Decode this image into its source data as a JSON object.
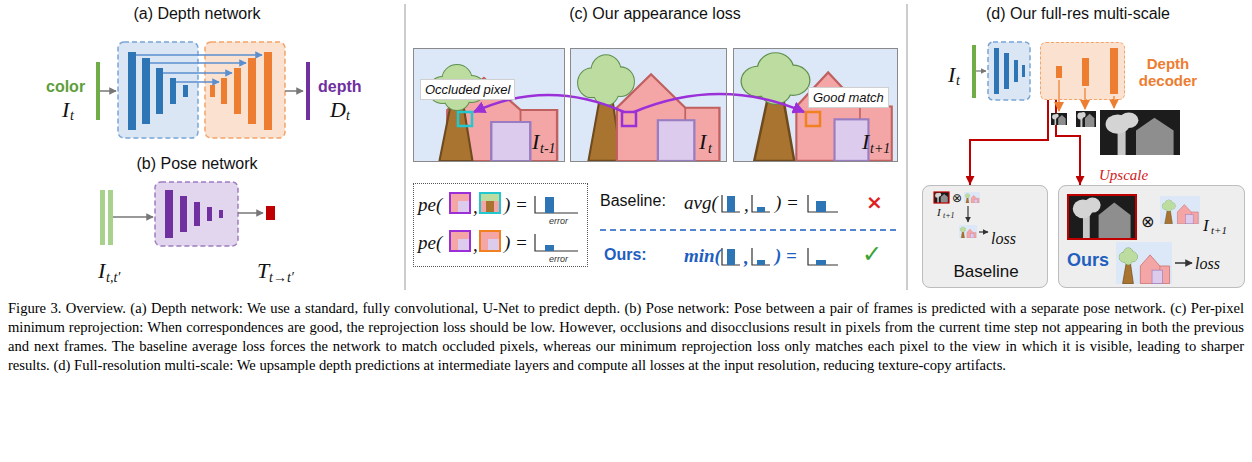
{
  "diagram": {
    "caption": "Figure 3. Overview. (a) Depth network: We use a standard, fully convolutional, U-Net to predict depth. (b) Pose network: Pose between a pair of frames is predicted with a separate pose network. (c) Per-pixel minimum reprojection: When correspondences are good, the reprojection loss should be low. However, occlusions and disocclusions result in pixels from the current time step not appearing in both the previous and next frames. The baseline average loss forces the network to match occluded pixels, whereas our minimum reprojection loss only matches each pixel to the view in which it is visible, leading to sharper results. (d) Full-resolution multi-scale: We upsample depth predictions at intermediate layers and compute all losses at the input resolution, reducing texture-copy artifacts.",
    "nodes": [
      {
        "text": [
          "I",
          "t-1"
        ]
      },
      {
        "text": [
          "Occluded pixel"
        ],
        "in": 0
      },
      {
        "text": [
          "I",
          "t"
        ]
      },
      {
        "text": [
          "I",
          "t+1"
        ]
      },
      {
        "text": [
          "Good match"
        ],
        "in": 3
      },
      {
        "text": [
          "pe(",
          ",",
          ") =",
          "error",
          "pe(",
          ",",
          ") =",
          "error"
        ]
      },
      {
        "text": [
          "Depth decoder"
        ]
      },
      {
        "text": [
          "I",
          "t+1",
          "⊗",
          "loss",
          "Baseline"
        ]
      },
      {
        "text": [
          "Upscale",
          "⊗",
          "I",
          "t+1",
          "loss",
          "Ours"
        ]
      }
    ],
    "edges": [
      {
        "from": 6,
        "to": 7,
        "arrow": "to"
      },
      {
        "from": 6,
        "to": 8,
        "arrow": "to"
      }
    ],
    "labels": [
      "(a) Depth network",
      "color",
      "I",
      "t",
      "depth",
      "D",
      "t",
      "(b) Pose network",
      "I",
      "t,t′",
      "T",
      "t→t′",
      "(c) Our appearance loss",
      "Baseline:",
      "avg(",
      ",",
      ") =",
      "×",
      "Ours:",
      "min(",
      ",",
      ") =",
      "✓",
      "(d) Our full-res multi-scale",
      "I",
      "t"
    ]
  }
}
